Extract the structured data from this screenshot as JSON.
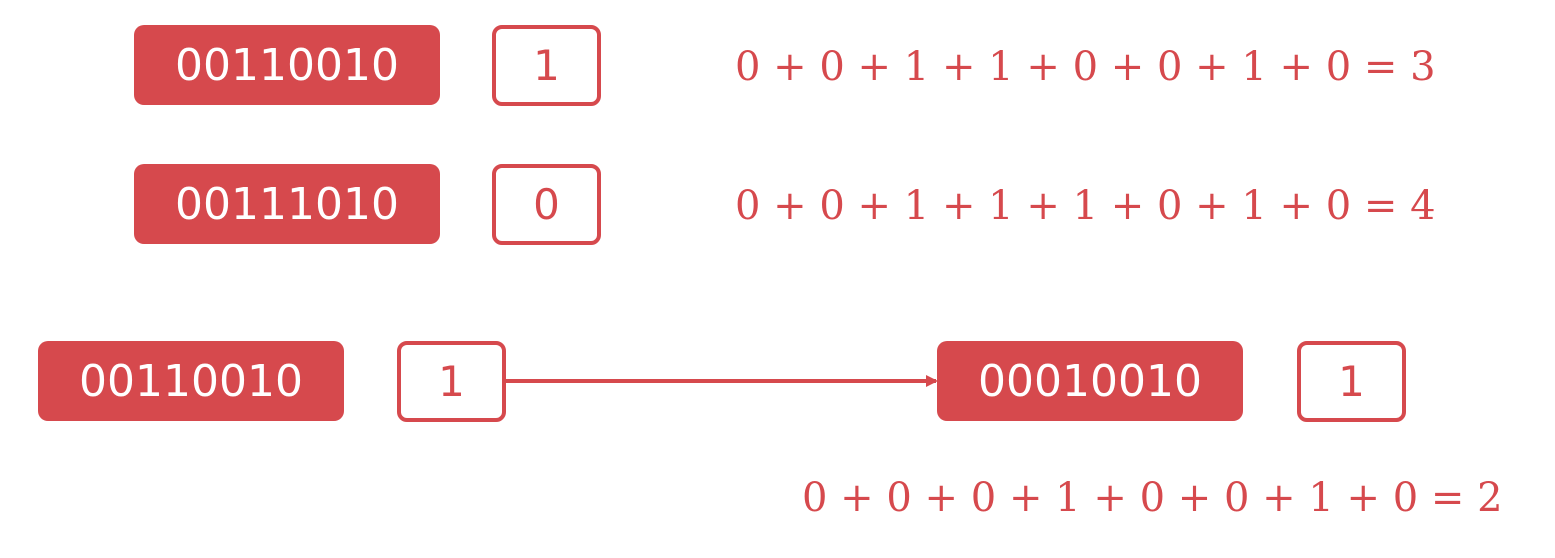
{
  "rows": [
    {
      "pattern": "00110010",
      "bit": "1",
      "equation": "0 + 0 + 1 + 1 + 0 + 0 + 1 + 0 = 3"
    },
    {
      "pattern": "00111010",
      "bit": "0",
      "equation": "0 + 0 + 1 + 1 + 1 + 0 + 1 + 0 = 4"
    }
  ],
  "transform": {
    "input_pattern": "00110010",
    "input_bit": "1",
    "output_pattern": "00010010",
    "output_bit": "1",
    "equation": "0 + 0 + 0 + 1 + 0 + 0 + 1 + 0 = 2"
  },
  "colors": {
    "accent": "#d6494d",
    "background": "#ffffff"
  }
}
